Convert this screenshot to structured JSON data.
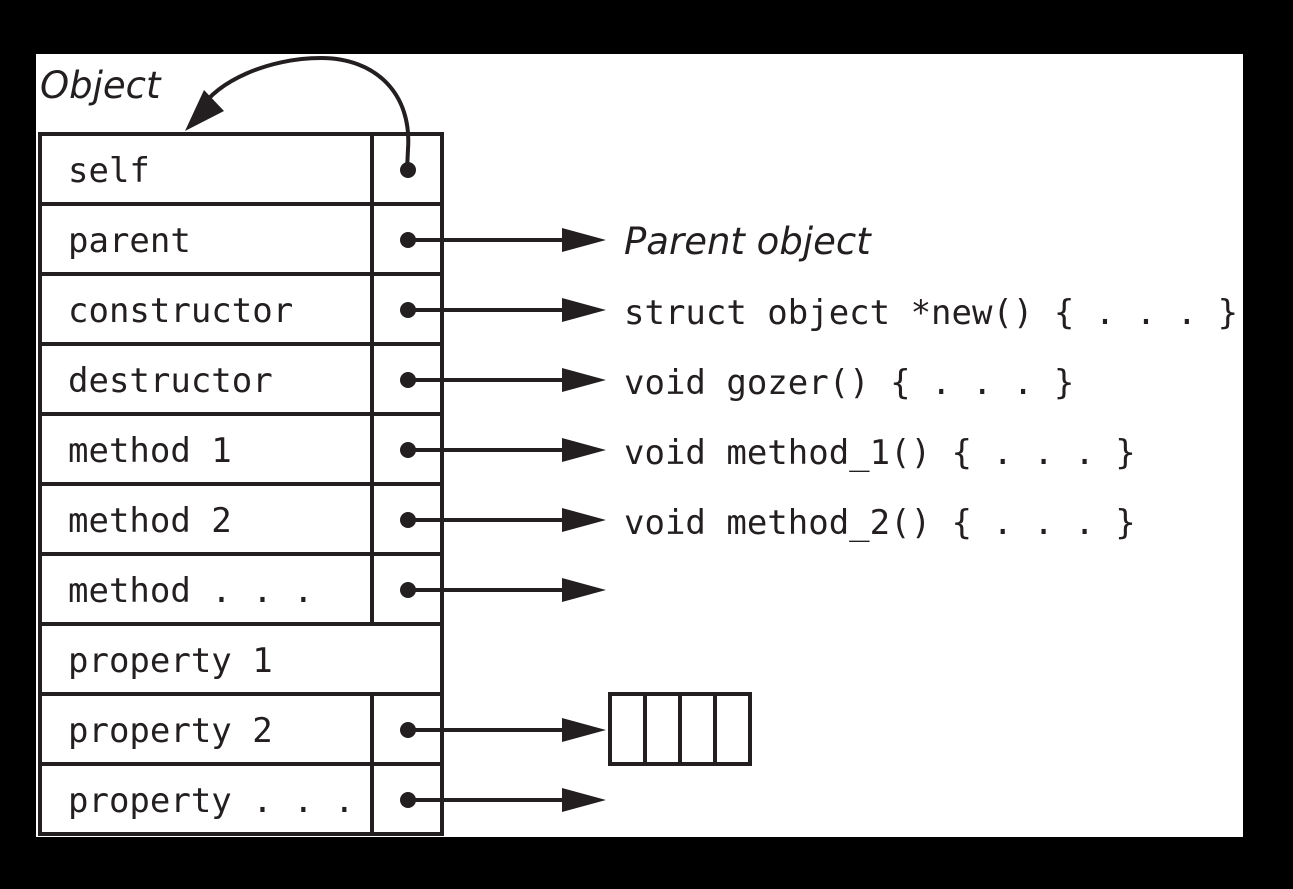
{
  "diagram": {
    "title": "Object",
    "colors": {
      "background": "#000000",
      "figure": "#ffffff",
      "ink": "#231f20"
    },
    "rows": [
      {
        "label": "self",
        "has_pointer": true,
        "target": ""
      },
      {
        "label": "parent",
        "has_pointer": true,
        "target": "Parent object"
      },
      {
        "label": "constructor",
        "has_pointer": true,
        "target": "struct object *new() { . . . }"
      },
      {
        "label": "destructor",
        "has_pointer": true,
        "target": "void gozer() { . . . }"
      },
      {
        "label": "method 1",
        "has_pointer": true,
        "target": "void method_1() { . . . }"
      },
      {
        "label": "method 2",
        "has_pointer": true,
        "target": "void method_2() { . . . }"
      },
      {
        "label": "method . . .",
        "has_pointer": true,
        "target": ""
      },
      {
        "label": "property 1",
        "has_pointer": false,
        "target": ""
      },
      {
        "label": "property 2",
        "has_pointer": true,
        "target": ""
      },
      {
        "label": "property . . .",
        "has_pointer": true,
        "target": ""
      }
    ]
  }
}
